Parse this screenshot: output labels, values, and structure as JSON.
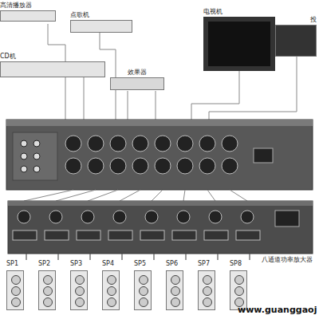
{
  "diagram": {
    "nodes": [
      {
        "text": [
          "高清播放器"
        ]
      },
      {
        "text": [
          "点歌机"
        ]
      },
      {
        "text": [
          "电视机"
        ]
      },
      {
        "text": [
          "投"
        ]
      },
      {
        "text": [
          "CD机"
        ]
      },
      {
        "text": [
          "效果器"
        ]
      },
      {
        "text": [
          "八通道功率放大器"
        ]
      },
      {
        "text": [
          "SP1"
        ]
      },
      {
        "text": [
          "SP2"
        ]
      },
      {
        "text": [
          "SP3"
        ]
      },
      {
        "text": [
          "SP4"
        ]
      },
      {
        "text": [
          "SP5"
        ]
      },
      {
        "text": [
          "SP6"
        ]
      },
      {
        "text": [
          "SP7"
        ]
      },
      {
        "text": [
          "SP8"
        ]
      }
    ],
    "edges": [
      {
        "from": 6,
        "to": 7,
        "arrow": "none"
      },
      {
        "from": 6,
        "to": 8,
        "arrow": "none"
      },
      {
        "from": 6,
        "to": 9,
        "arrow": "none"
      },
      {
        "from": 6,
        "to": 10,
        "arrow": "none"
      },
      {
        "from": 6,
        "to": 11,
        "arrow": "none"
      },
      {
        "from": 6,
        "to": 12,
        "arrow": "none"
      },
      {
        "from": 6,
        "to": 13,
        "arrow": "none"
      },
      {
        "from": 6,
        "to": 14,
        "arrow": "none"
      }
    ],
    "labels": [
      "www.guanggaoj"
    ]
  }
}
